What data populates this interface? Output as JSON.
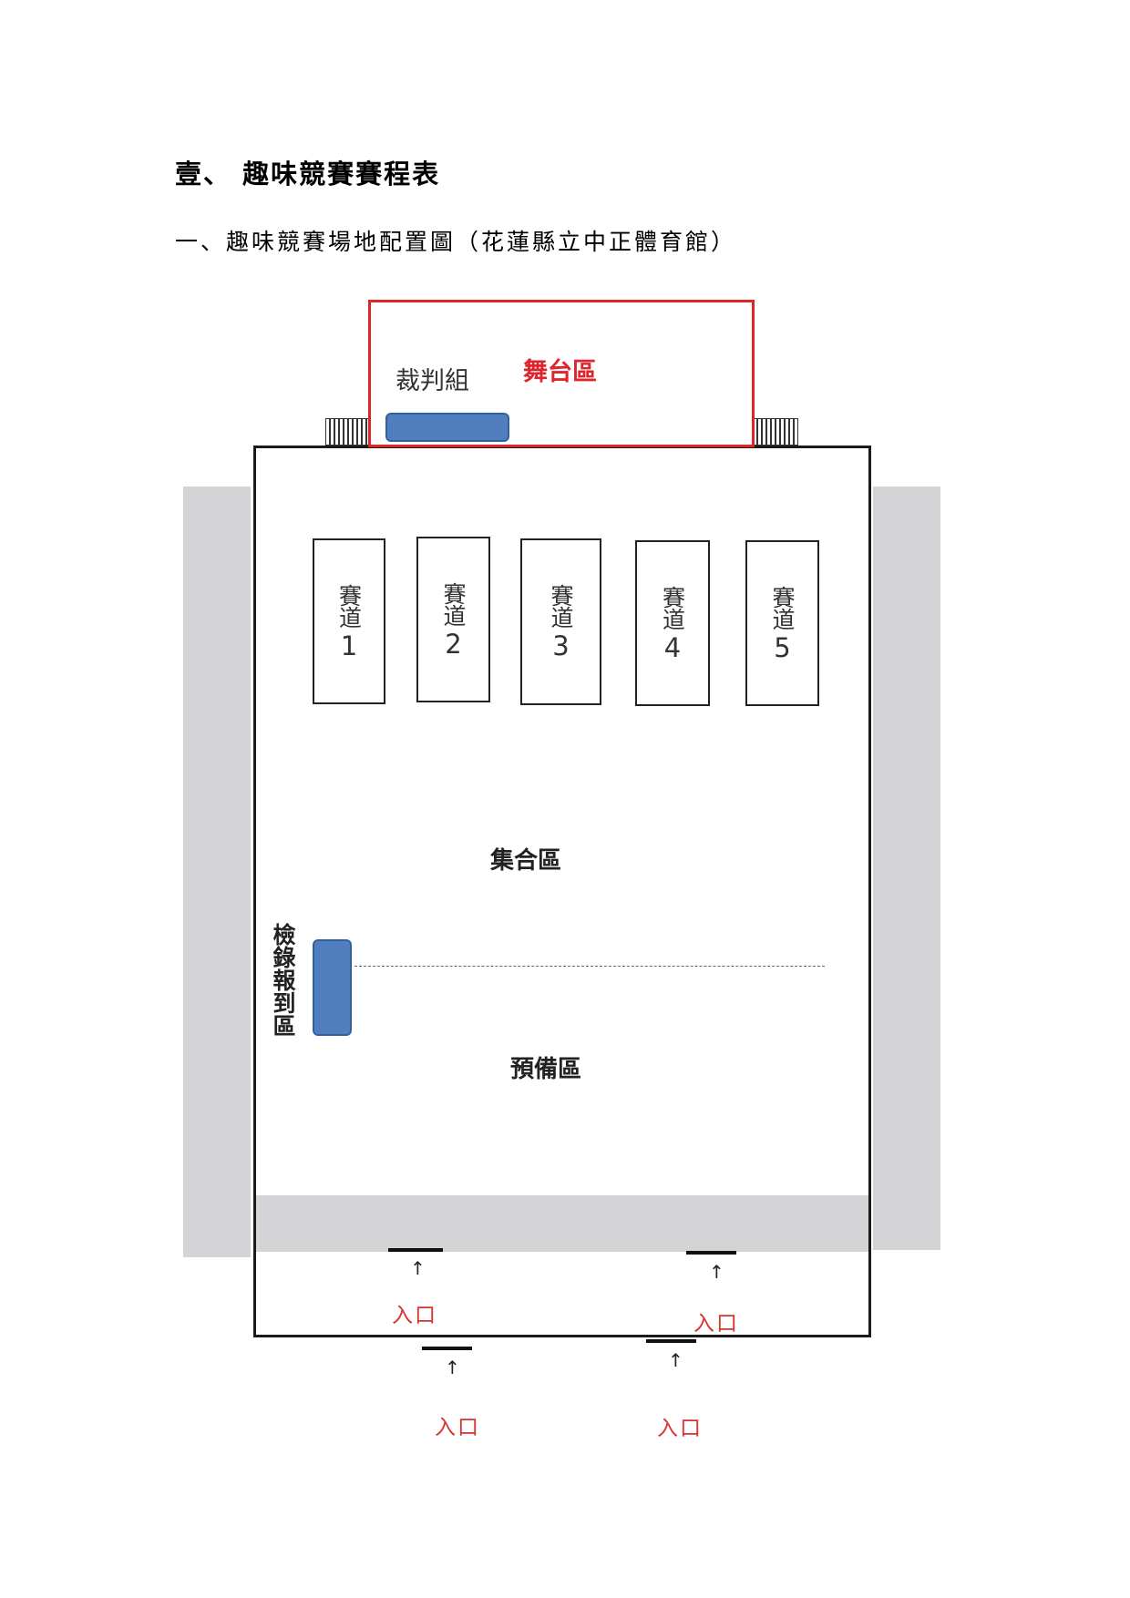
{
  "heading": {
    "section_title": "壹、 趣味競賽賽程表",
    "sub_title": "一、趣味競賽場地配置圖（花蓮縣立中正體育館）"
  },
  "stage": {
    "label": "舞台區",
    "judge_label": "裁判組"
  },
  "lanes": [
    {
      "label": "賽道",
      "number": "1"
    },
    {
      "label": "賽道",
      "number": "2"
    },
    {
      "label": "賽道",
      "number": "3"
    },
    {
      "label": "賽道",
      "number": "4"
    },
    {
      "label": "賽道",
      "number": "5"
    }
  ],
  "zones": {
    "assembly": "集合區",
    "checkin": "檢錄報到區",
    "preparation": "預備區"
  },
  "entrances": {
    "arrow_symbol": "↑",
    "labels": [
      "入口",
      "入口",
      "入口",
      "入口"
    ]
  },
  "colors": {
    "stage_border": "#e0242b",
    "block_blue": "#4f7fbf",
    "band_gray": "#d4d4d6",
    "entry_text": "#d8322e"
  }
}
